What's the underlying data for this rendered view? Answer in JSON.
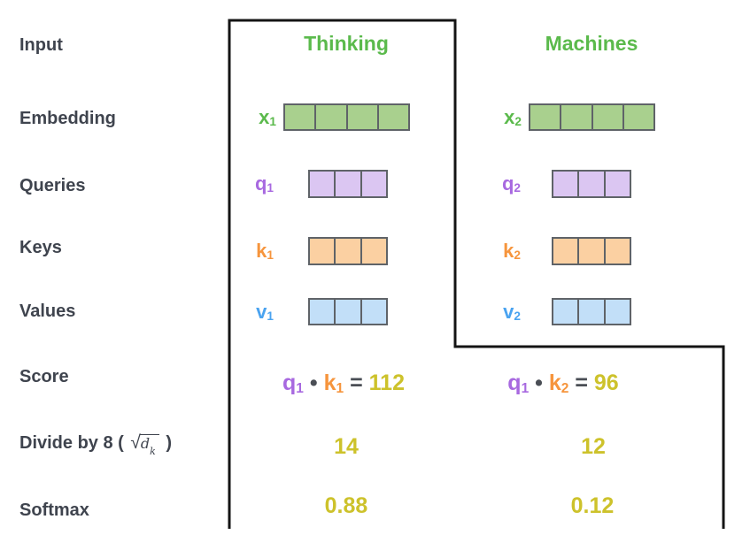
{
  "colors": {
    "green": "#5bba4c",
    "green-fill": "#a9d08e",
    "purple": "#a869e0",
    "purple-fill": "#dbc6f2",
    "orange": "#f6953d",
    "orange-fill": "#fbd0a2",
    "blue": "#4aa3f0",
    "blue-fill": "#c2dff8",
    "yellow": "#cdc22b",
    "label-gray": "#3f444e",
    "cell-border": "#5f6368",
    "line-black": "#141414",
    "dark-operator": "#4a4e55"
  },
  "row_labels": {
    "input": "Input",
    "embedding": "Embedding",
    "queries": "Queries",
    "keys": "Keys",
    "values": "Values",
    "score": "Score",
    "divide_prefix": "Divide by 8 (",
    "divide_sqrt": "√",
    "divide_radicand_base": "d",
    "divide_radicand_sub": "k",
    "divide_suffix": ")",
    "softmax": "Softmax"
  },
  "vectors": {
    "embedding_cells": 4,
    "qkv_cells": 3
  },
  "columns": [
    {
      "header": "Thinking",
      "embedding_label": {
        "base": "x",
        "sub": "1"
      },
      "query_label": {
        "base": "q",
        "sub": "1"
      },
      "key_label": {
        "base": "k",
        "sub": "1"
      },
      "value_label": {
        "base": "v",
        "sub": "1"
      },
      "score": {
        "q_base": "q",
        "q_sub": "1",
        "dot": "•",
        "k_base": "k",
        "k_sub": "1",
        "eq": "=",
        "value": "112"
      },
      "divide_value": "14",
      "softmax_value": "0.88"
    },
    {
      "header": "Machines",
      "embedding_label": {
        "base": "x",
        "sub": "2"
      },
      "query_label": {
        "base": "q",
        "sub": "2"
      },
      "key_label": {
        "base": "k",
        "sub": "2"
      },
      "value_label": {
        "base": "v",
        "sub": "2"
      },
      "score": {
        "q_base": "q",
        "q_sub": "1",
        "dot": "•",
        "k_base": "k",
        "k_sub": "2",
        "eq": "=",
        "value": "96"
      },
      "divide_value": "12",
      "softmax_value": "0.12"
    }
  ]
}
